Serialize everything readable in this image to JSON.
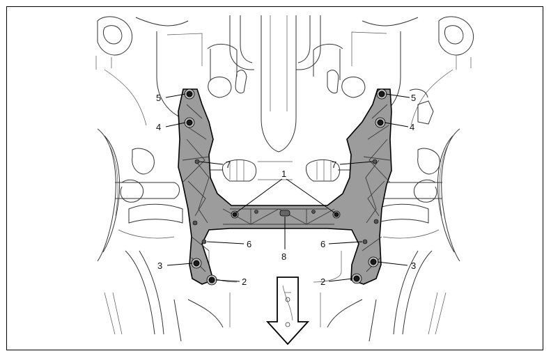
{
  "diagram": {
    "callouts": {
      "c1": "1",
      "c2_left": "2",
      "c2_right": "2",
      "c3_left": "3",
      "c3_right": "3",
      "c4_left": "4",
      "c4_right": "4",
      "c5_left": "5",
      "c5_right": "5",
      "c6_left": "6",
      "c6_right": "6",
      "c7_left": "7",
      "c7_right": "7",
      "c8": "8"
    },
    "direction_arrow": "down"
  }
}
